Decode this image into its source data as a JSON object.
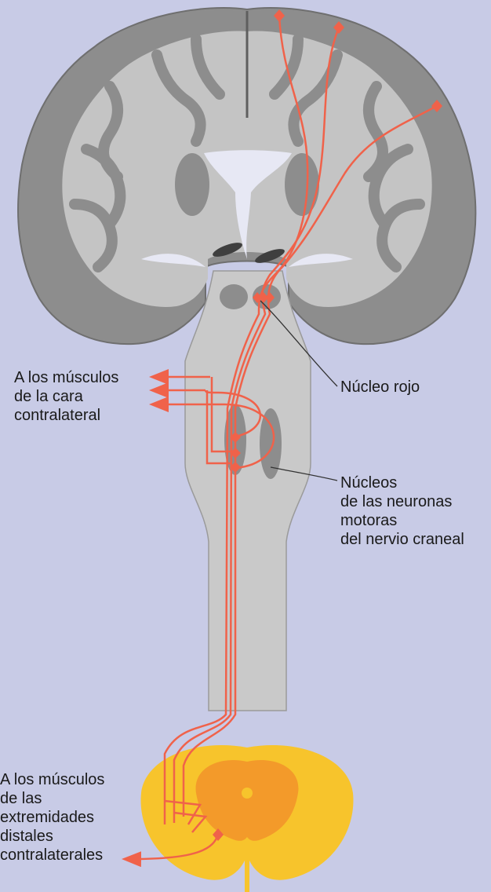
{
  "labels": {
    "face_muscles": [
      "A los músculos",
      "de la cara",
      "contralateral"
    ],
    "red_nucleus": [
      "Núcleo rojo"
    ],
    "cranial_nuclei": [
      "Núcleos",
      "de las neuronas",
      "motoras",
      "del nervio craneal"
    ],
    "limb_muscles": [
      "A los músculos",
      "de las",
      "extremidades",
      "distales",
      "contralaterales"
    ]
  },
  "colors": {
    "background": "#c8cbe6",
    "cortex_gray": "#8d8d8d",
    "white_matter": "#c4c4c4",
    "brainstem": "#c9c9c9",
    "tract_red": "#f0624a",
    "spinal_cord_yellow": "#f7c42c",
    "spinal_gray_matter": "#f39a2a"
  }
}
